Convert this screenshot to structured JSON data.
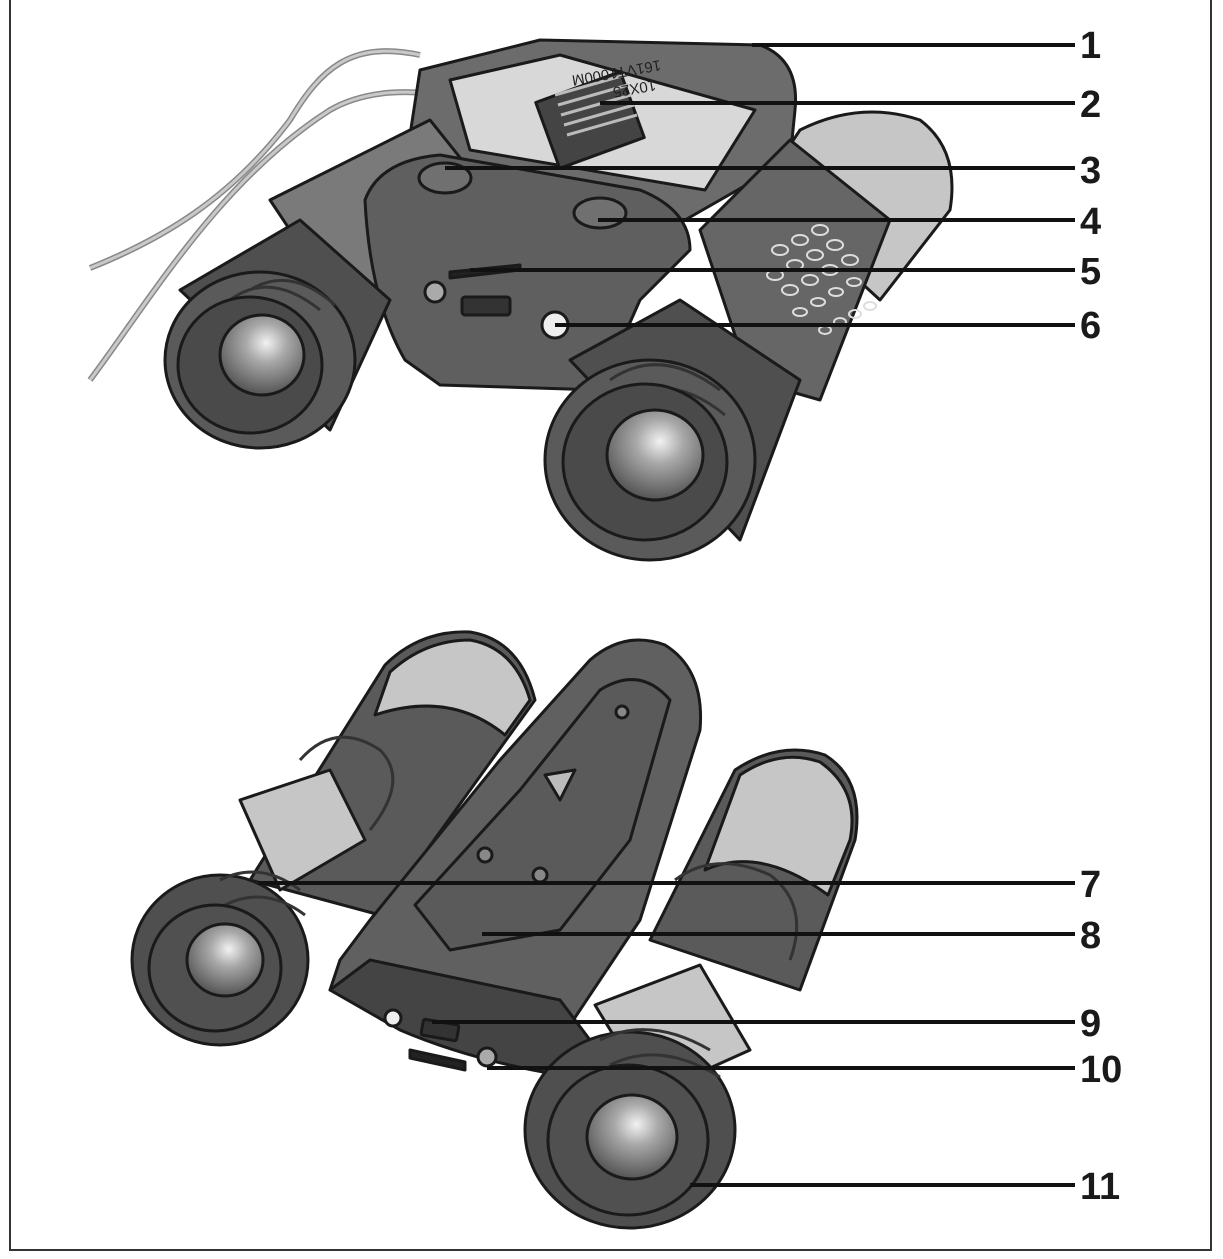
{
  "callouts": [
    "1",
    "2",
    "3",
    "4",
    "5",
    "6",
    "7",
    "8",
    "9",
    "10",
    "11"
  ],
  "device_markings": [
    "10X25",
    "161VT1000M"
  ],
  "colors": {
    "body_dark": "#555555",
    "body_mid": "#6c6c6c",
    "barrel_light": "#c6c6c6",
    "outline": "#1a1a1a",
    "lens_highlight": "#ececec"
  }
}
